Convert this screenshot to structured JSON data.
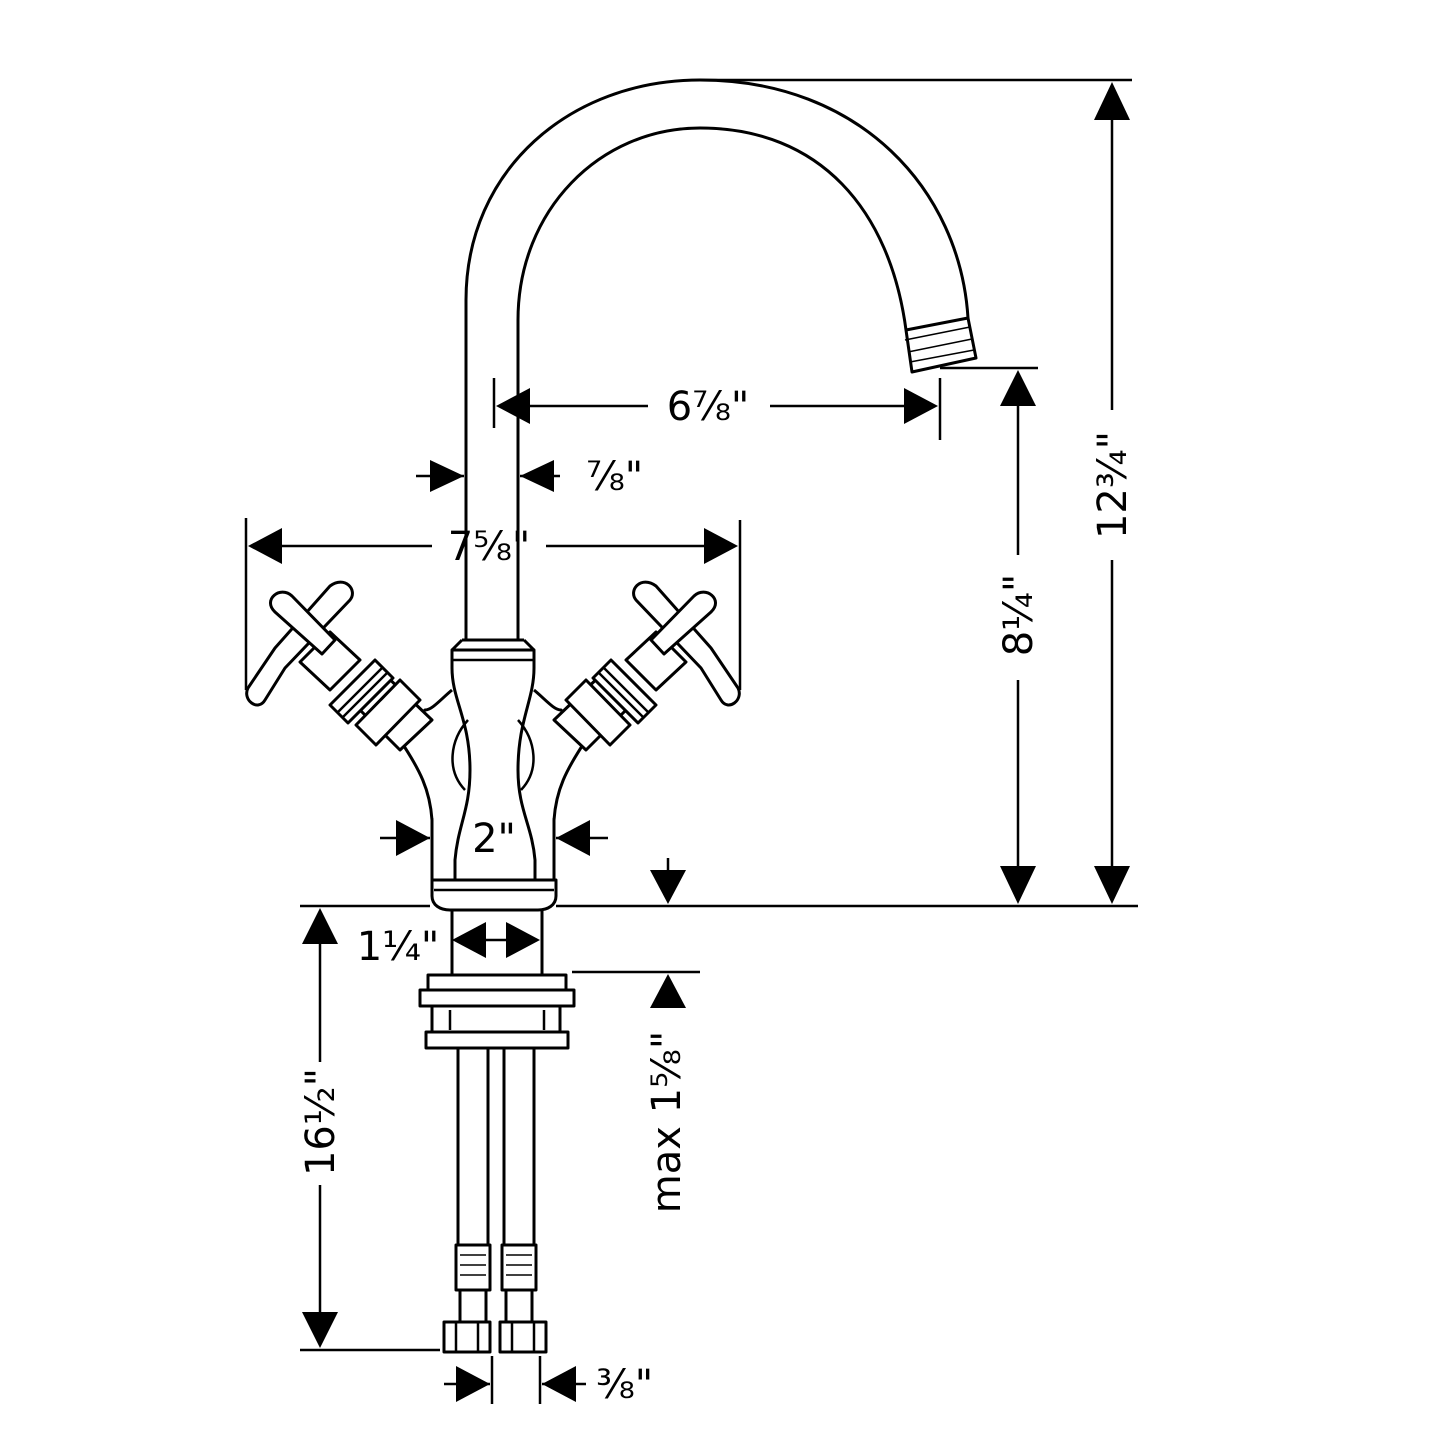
{
  "drawing": {
    "subject": "faucet",
    "stroke_color": "#000000",
    "background_color": "#ffffff"
  },
  "dimensions": {
    "spout_reach": "6⁷⁄₈\"",
    "spout_tube_diameter": "⁷⁄₈\"",
    "handle_span": "7⁵⁄₈\"",
    "spout_clearance": "8¹⁄₄\"",
    "overall_height": "12³⁄₄\"",
    "body_base_diameter": "2\"",
    "shank_diameter": "1¹⁄₄\"",
    "max_deck_thickness": "max 1⁵⁄₈\"",
    "supply_hose_length": "16¹⁄₂\"",
    "supply_connection": "³⁄₈\""
  }
}
